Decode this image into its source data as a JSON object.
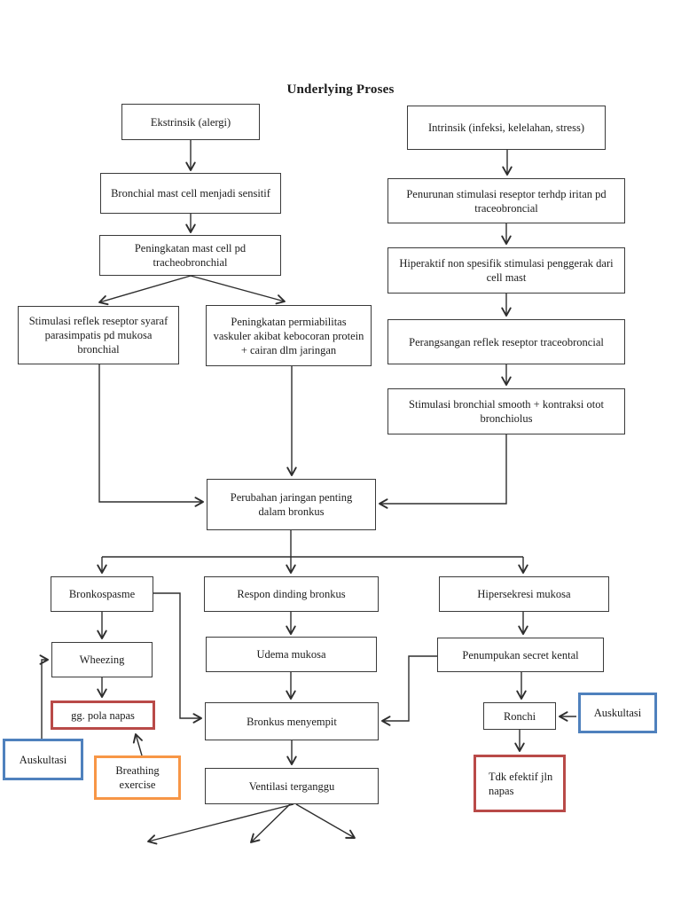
{
  "title": "Underlying Proses",
  "colors": {
    "line": "#2e2e2e",
    "red": "#B94A48",
    "blue": "#4F81BD",
    "orange": "#F79646"
  },
  "nodes": {
    "ekstrinsik": "Ekstrinsik (alergi)",
    "intrinsik": "Intrinsik (infeksi, kelelahan, stress)",
    "bronchial_mast": "Bronchial mast cell menjadi sensitif",
    "penurunan": "Penurunan stimulasi reseptor terhdp iritan pd traceobroncial",
    "peningkatan_mast": "Peningkatan mast cell pd tracheobronchial",
    "hiperaktif": "Hiperaktif non spesifik stimulasi penggerak dari cell mast",
    "stimulasi_reflek": "Stimulasi reflek reseptor syaraf parasimpatis pd mukosa bronchial",
    "permiabilitas": "Peningkatan permiabilitas vaskuler akibat kebocoran protein + cairan dlm jaringan",
    "perangsangan": "Perangsangan reflek reseptor traceobroncial",
    "stimulasi_bronchial": "Stimulasi bronchial smooth + kontraksi otot bronchiolus",
    "perubahan": "Perubahan jaringan penting dalam bronkus",
    "bronkospasme": "Bronkospasme",
    "respon": "Respon dinding bronkus",
    "hipersekresi": "Hipersekresi mukosa",
    "wheezing": "Wheezing",
    "udema": "Udema mukosa",
    "penumpukan": "Penumpukan secret kental",
    "gg_pola": "gg. pola napas",
    "bronkus_menyempit": "Bronkus menyempit",
    "ronchi": "Ronchi",
    "auskultasi_kiri": "Auskultasi",
    "auskultasi_kanan": "Auskultasi",
    "breathing": "Breathing exercise",
    "ventilasi": "Ventilasi terganggu",
    "tdk_efektif": "Tdk efektif jln napas"
  }
}
